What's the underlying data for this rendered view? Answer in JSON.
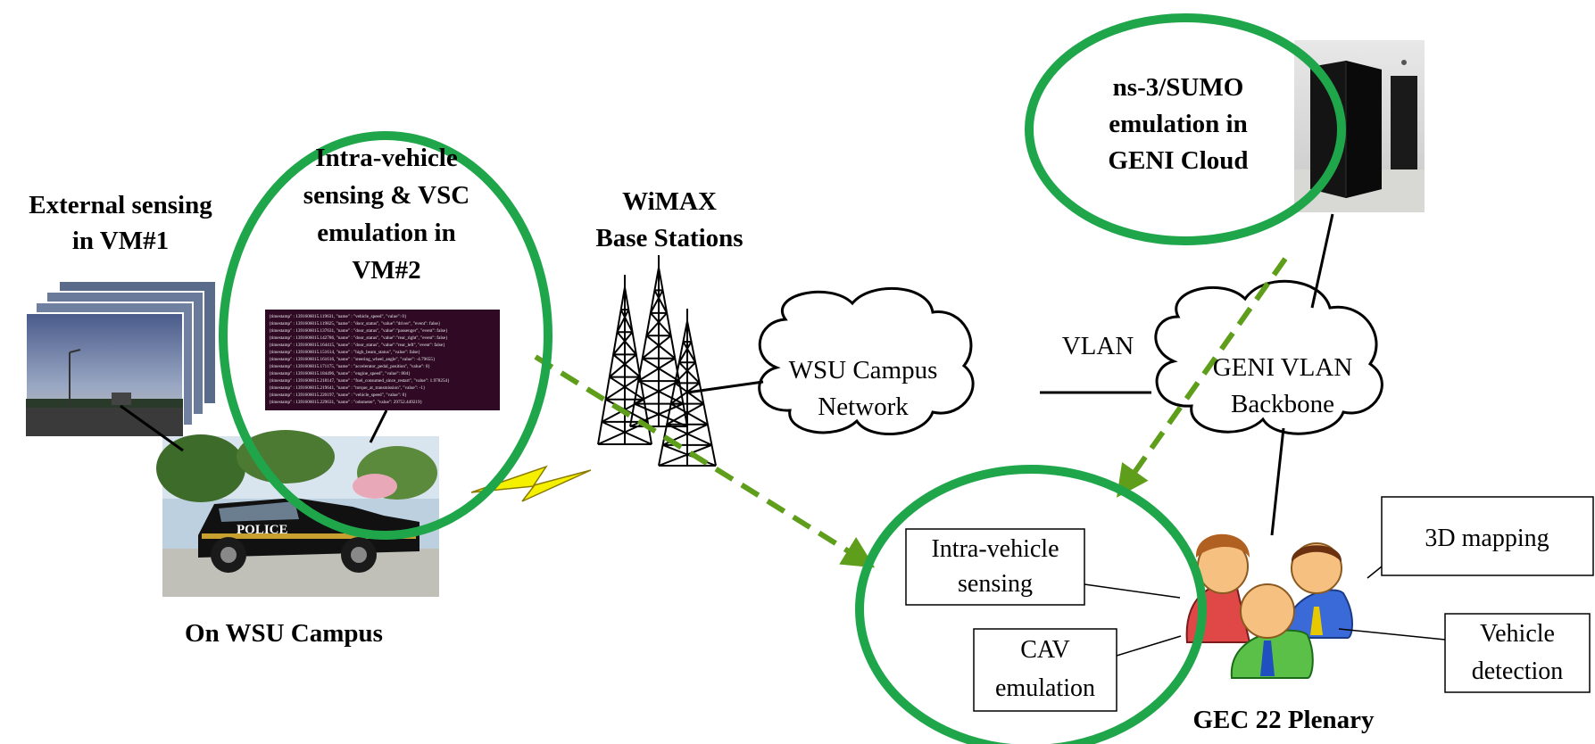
{
  "labels": {
    "external_sensing": [
      "External sensing",
      "in VM#1"
    ],
    "intra_vehicle_vsc": [
      "Intra-vehicle",
      "sensing & VSC",
      "emulation in",
      "VM#2"
    ],
    "wimax": [
      "WiMAX",
      "Base Stations"
    ],
    "ns3_sumo": [
      "ns-3/SUMO",
      "emulation in",
      "GENI Cloud"
    ],
    "wsu_network": [
      "WSU Campus",
      "Network"
    ],
    "vlan": "VLAN",
    "geni_backbone": [
      "GENI VLAN",
      "Backbone"
    ],
    "on_campus": "On WSU Campus",
    "gec_plenary": "GEC 22 Plenary",
    "police_text": "POLICE"
  },
  "boxes": {
    "intra_sensing": [
      "Intra-vehicle",
      "sensing"
    ],
    "cav": [
      "CAV",
      "emulation"
    ],
    "mapping_3d": "3D mapping",
    "vehicle_detection": [
      "Vehicle",
      "detection"
    ]
  },
  "terminal_lines": [
    "{timestamp\" : 1391606015.119631, \"name\" : \"vehicle_speed\", \"value\": 0}",
    "{timestamp\" : 1391606015.119825, \"name\" : \"door_status\", \"value\":\"driver\", \"event\": false}",
    "{timestamp\" : 1391606015.137631, \"name\" : \"door_status\", \"value\":\"passenger\", \"event\": false}",
    "{timestamp\" : 1391606015.142786, \"name\" : \"door_status\", \"value\":\"rear_right\", \"event\": false}",
    "{timestamp\" : 1391606015.164415, \"name\" : \"door_status\", \"value\":\"rear_left\", \"event\": false}",
    "{timestamp\" : 1391606015.151614, \"name\" : \"high_beam_status\", \"value\": false}",
    "{timestamp\" : 1391606015.161616, \"name\" : \"steering_wheel_angle\", \"value\": -4.79655}",
    "{timestamp\" : 1391606015.171175, \"name\" : \"accelerator_pedal_position\", \"value\": 0}",
    "{timestamp\" : 1391606015.184496, \"name\" : \"engine_speed\", \"value\": 804}",
    "{timestamp\" : 1391606015.218147, \"name\" : \"fuel_consumed_since_restart\", \"value\": 1.978254}",
    "{timestamp\" : 1391606015.219641, \"name\" : \"torque_at_transmission\", \"value\": -1}",
    "{timestamp\" : 1391606015.220197, \"name\" : \"vehicle_speed\", \"value\": 0}",
    "{timestamp\" : 1391606015.229631, \"name\" : \"odometer\", \"value\": 29752.449219}"
  ],
  "colors": {
    "ellipse": "#1fa64a",
    "arrow": "#5e9e1a",
    "lightning": "#f4f000",
    "terminal_bg": "#300a24",
    "text": "#000000"
  },
  "icons": [
    "road-photo-icon",
    "police-car-photo-icon",
    "terminal-icon",
    "cell-tower-icon",
    "cloud-icon",
    "server-rack-photo-icon",
    "people-group-icon",
    "lightning-bolt-icon"
  ]
}
